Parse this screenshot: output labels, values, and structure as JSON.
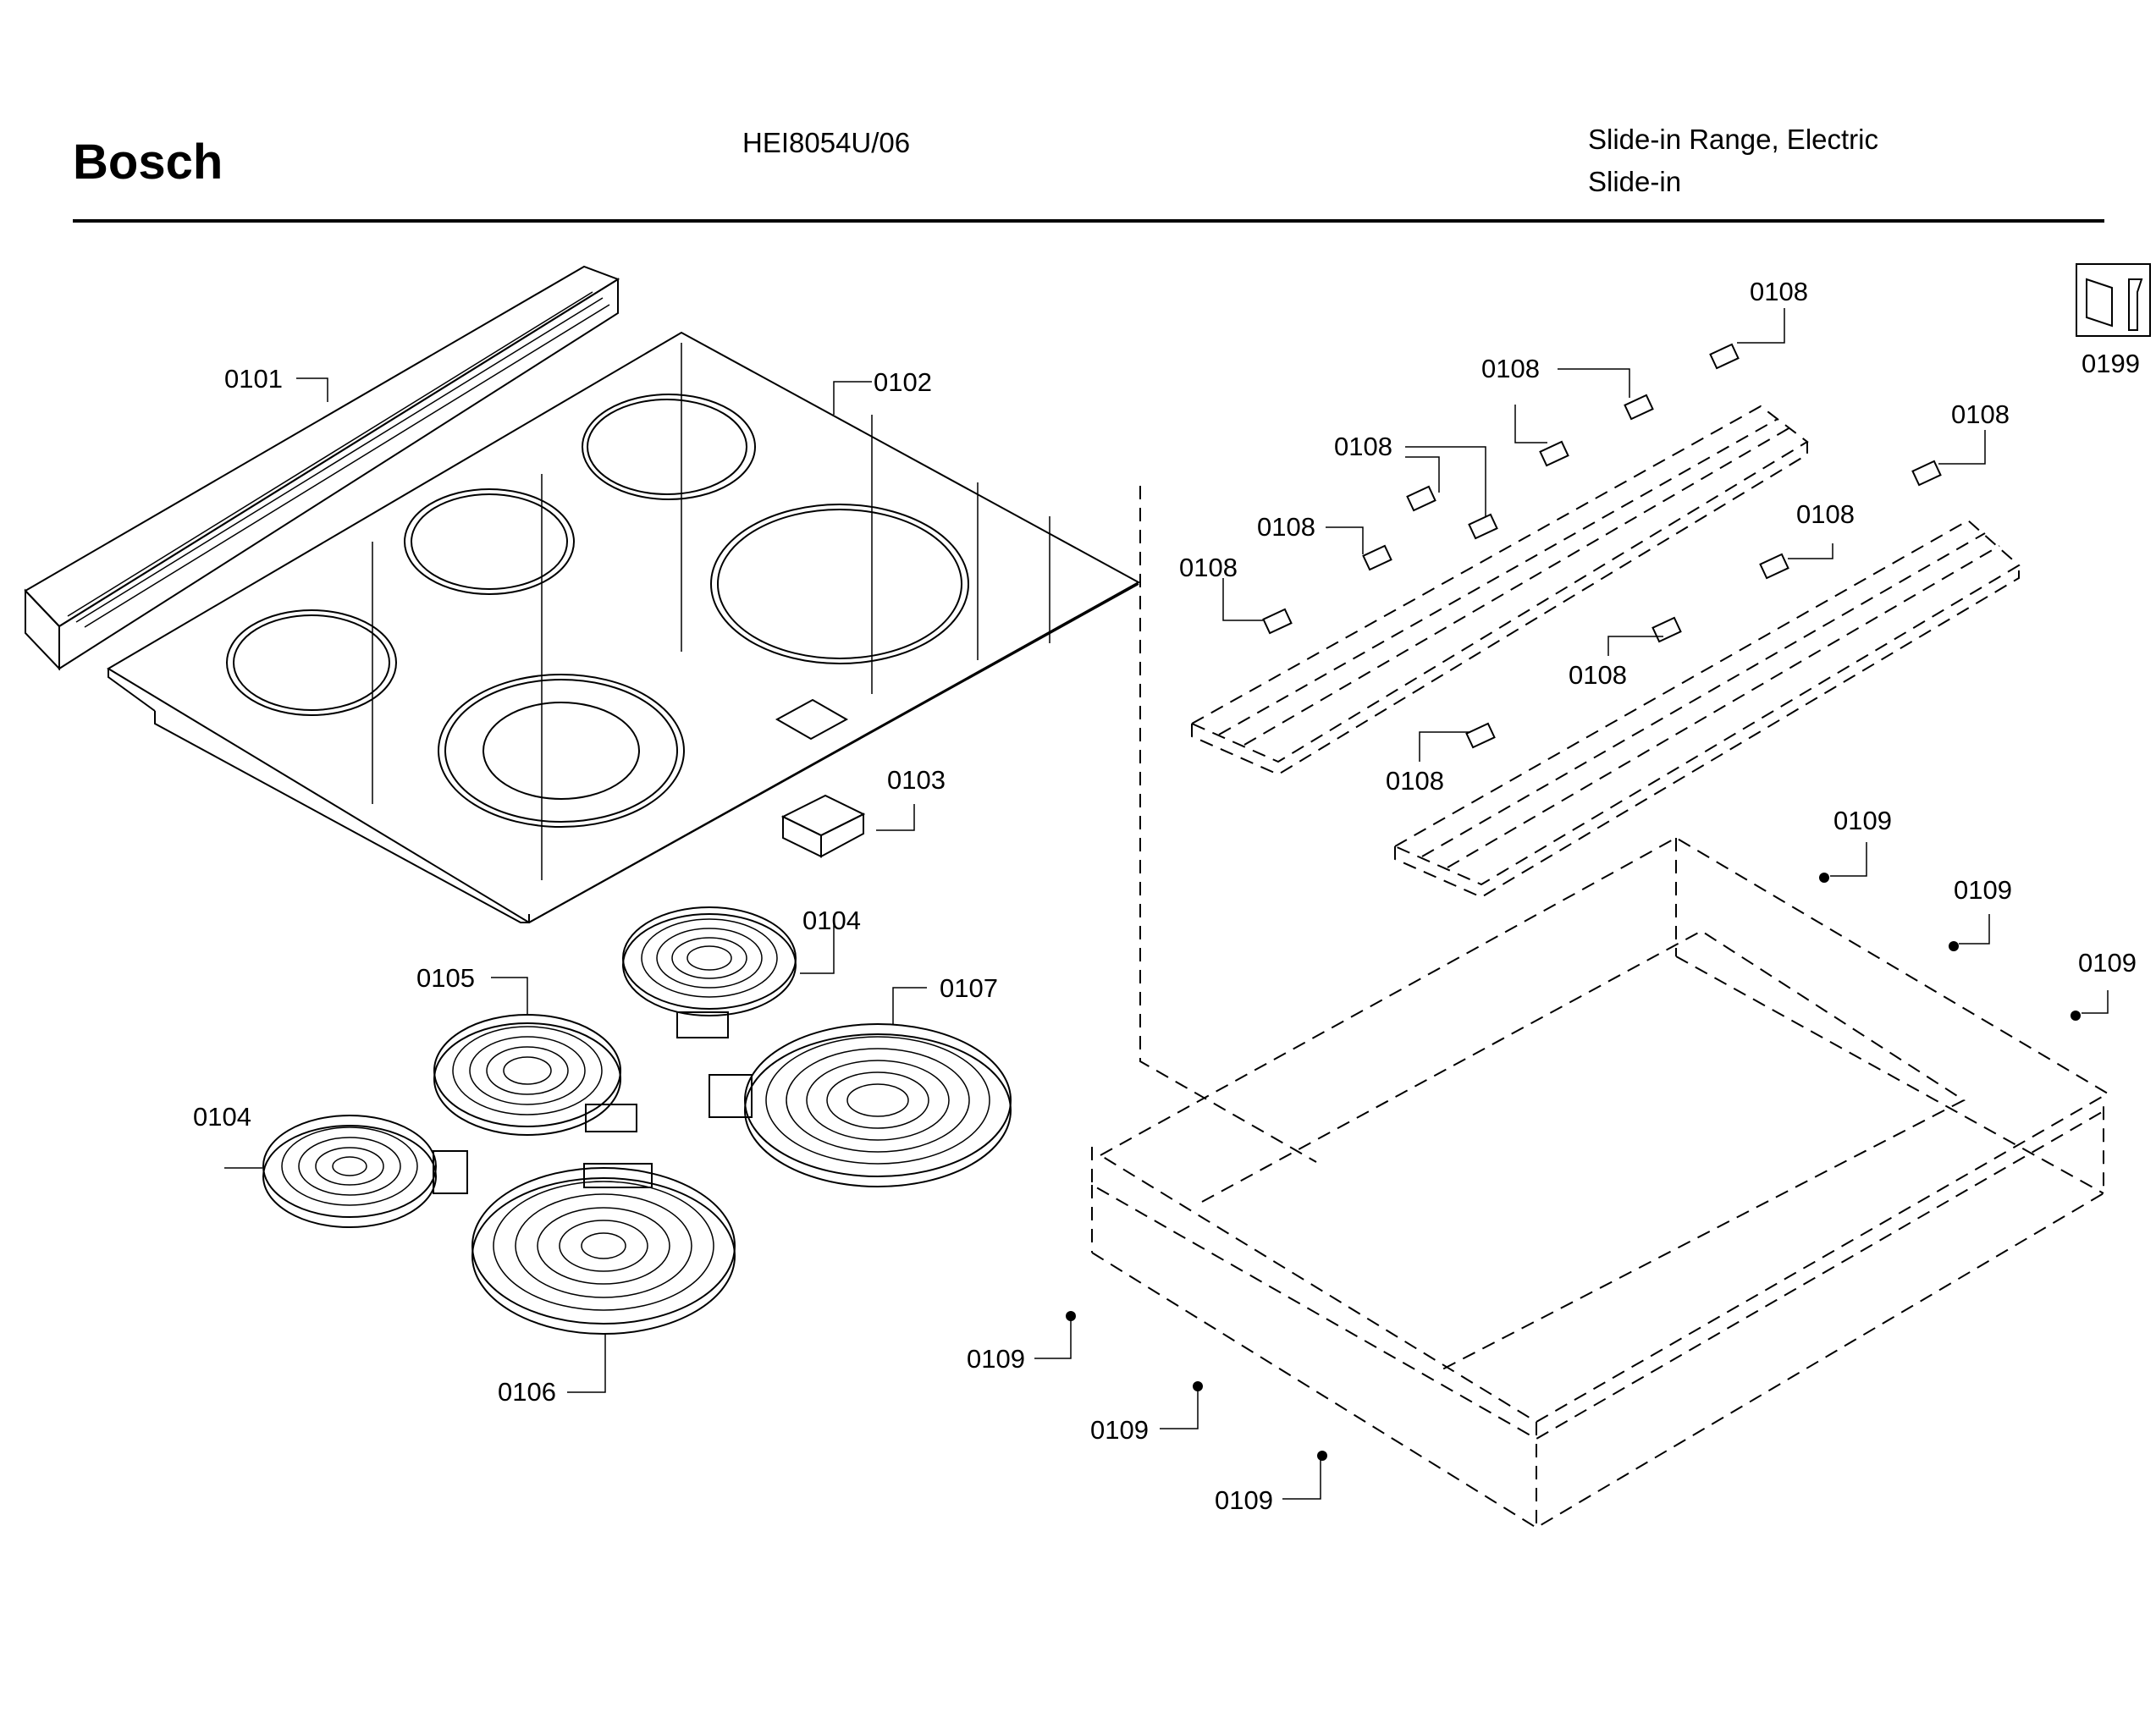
{
  "header": {
    "brand": "Bosch",
    "model": "HEI8054U/06",
    "category_line1": "Slide-in Range, Electric",
    "category_line2": "Slide-in"
  },
  "callouts": {
    "c0101": "0101",
    "c0102": "0102",
    "c0103": "0103",
    "c0104": "0104",
    "c0105": "0105",
    "c0106": "0106",
    "c0107": "0107",
    "c0108": "0108",
    "c0109": "0109",
    "c0199": "0199"
  },
  "icons": {
    "service_icon": "wrench-document-icon"
  }
}
